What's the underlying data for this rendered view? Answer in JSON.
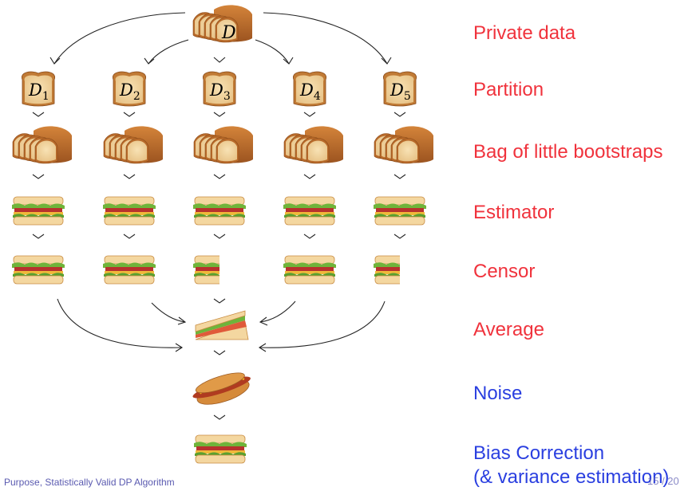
{
  "root_label": "D",
  "partitions": [
    {
      "label": "D",
      "sub": "1"
    },
    {
      "label": "D",
      "sub": "2"
    },
    {
      "label": "D",
      "sub": "3"
    },
    {
      "label": "D",
      "sub": "4"
    },
    {
      "label": "D",
      "sub": "5"
    }
  ],
  "steps": [
    {
      "id": "private",
      "text": "Private data"
    },
    {
      "id": "partition",
      "text": "Partition"
    },
    {
      "id": "blb",
      "text": "Bag of little bootstraps"
    },
    {
      "id": "estimator",
      "text": "Estimator"
    },
    {
      "id": "censor",
      "text": "Censor"
    },
    {
      "id": "average",
      "text": "Average"
    },
    {
      "id": "noise",
      "text": "Noise"
    },
    {
      "id": "bias",
      "text": "Bias Correction"
    },
    {
      "id": "variance",
      "text": "(& variance estimation)"
    }
  ],
  "censored_columns": [
    3,
    5
  ],
  "footer": "Purpose, Statistically Valid DP Algorithm",
  "page_number": "15 / 20",
  "colors": {
    "step_red": "#f0323c",
    "step_blue": "#2a3fe0",
    "arrow": "#222222",
    "crust": "#b86a2a",
    "crumb": "#f2d29a"
  }
}
